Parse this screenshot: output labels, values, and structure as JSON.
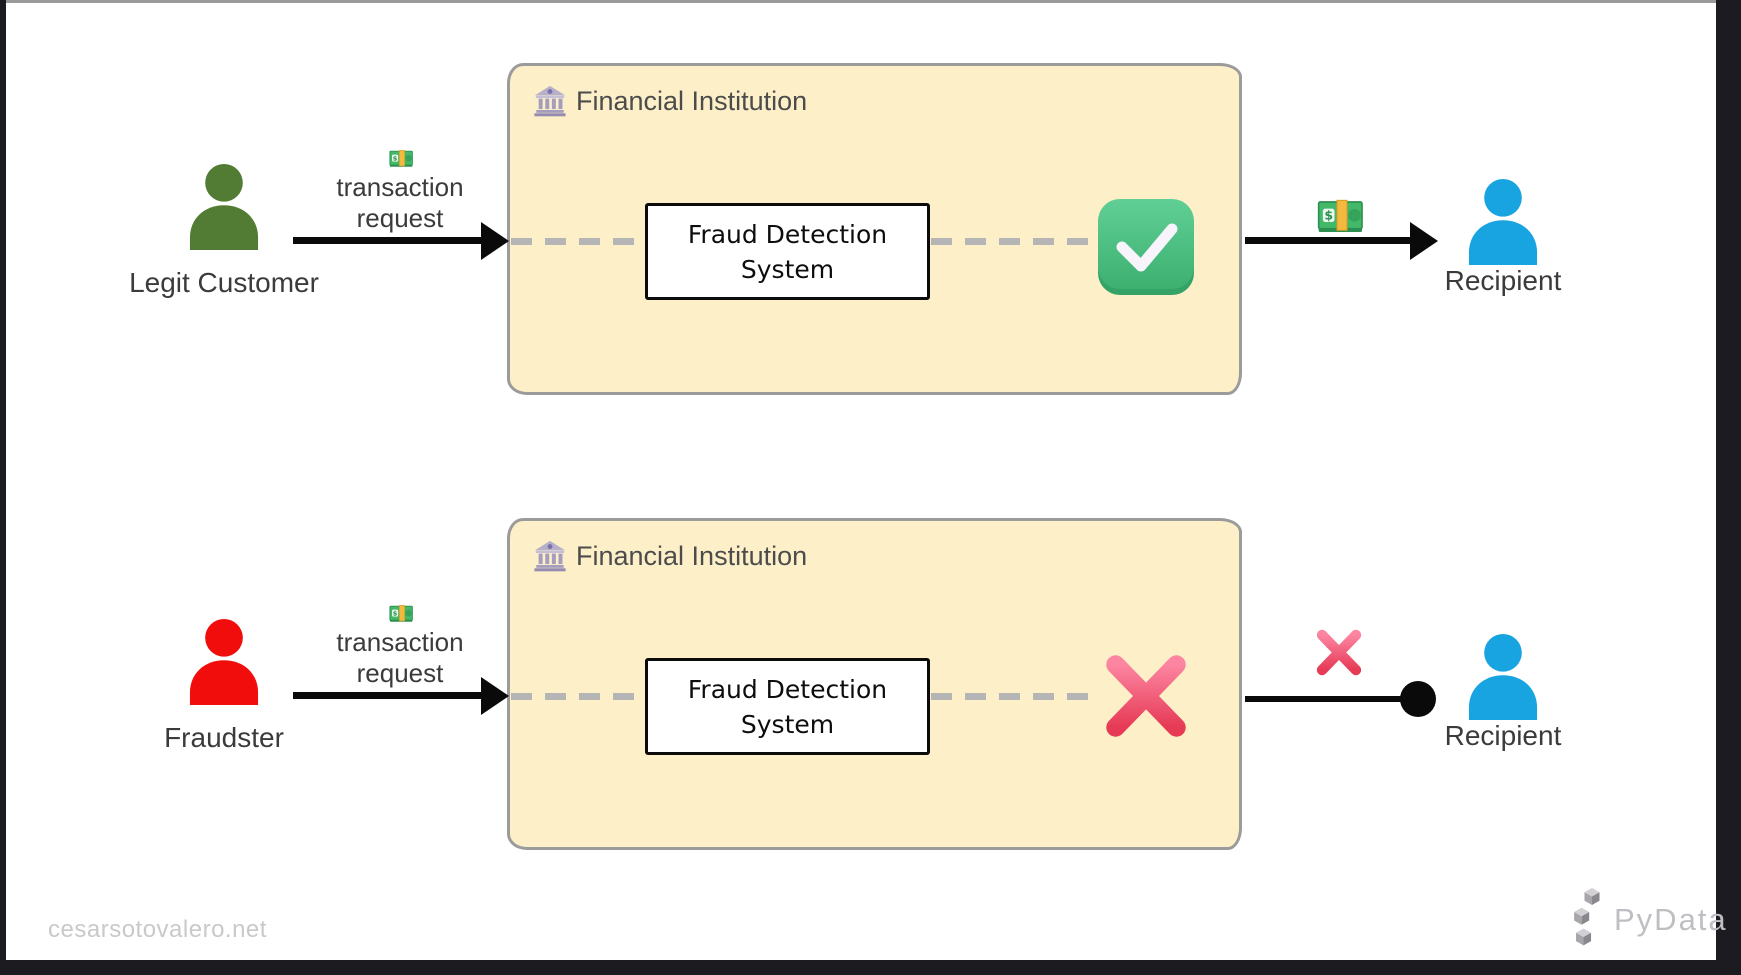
{
  "rows": {
    "legit": {
      "actor_label": "Legit Customer",
      "request_label": "transaction request",
      "institution_label": "Financial Institution",
      "system_label": "Fraud Detection System",
      "recipient_label": "Recipient",
      "outcome": "approved"
    },
    "fraud": {
      "actor_label": "Fraudster",
      "request_label": "transaction request",
      "institution_label": "Financial Institution",
      "system_label": "Fraud Detection System",
      "recipient_label": "Recipient",
      "outcome": "rejected"
    }
  },
  "footer": {
    "watermark": "cesarsotovalero.net",
    "brand": "PyData"
  },
  "icons": {
    "bank": "classical-building-emoji",
    "money": "dollar-banknote-emoji",
    "approved": "check-mark-button-emoji",
    "rejected": "cross-mark-emoji",
    "actor": "person-silhouette-icon"
  },
  "colors": {
    "legit_actor_green": "#527c33",
    "fraudster_red": "#f20d0d",
    "recipient_blue": "#18a3e1",
    "institution_fill": "#fdf0c9",
    "institution_border": "#9b9b9b",
    "approved_green": "#44bf78",
    "rejected_pink": "#ee3e5e",
    "arrow_black": "#0a0a0a",
    "dashed_gray": "#b5b5b5",
    "label_gray": "#3b3b3b",
    "watermark_gray": "#c9c9c9"
  }
}
